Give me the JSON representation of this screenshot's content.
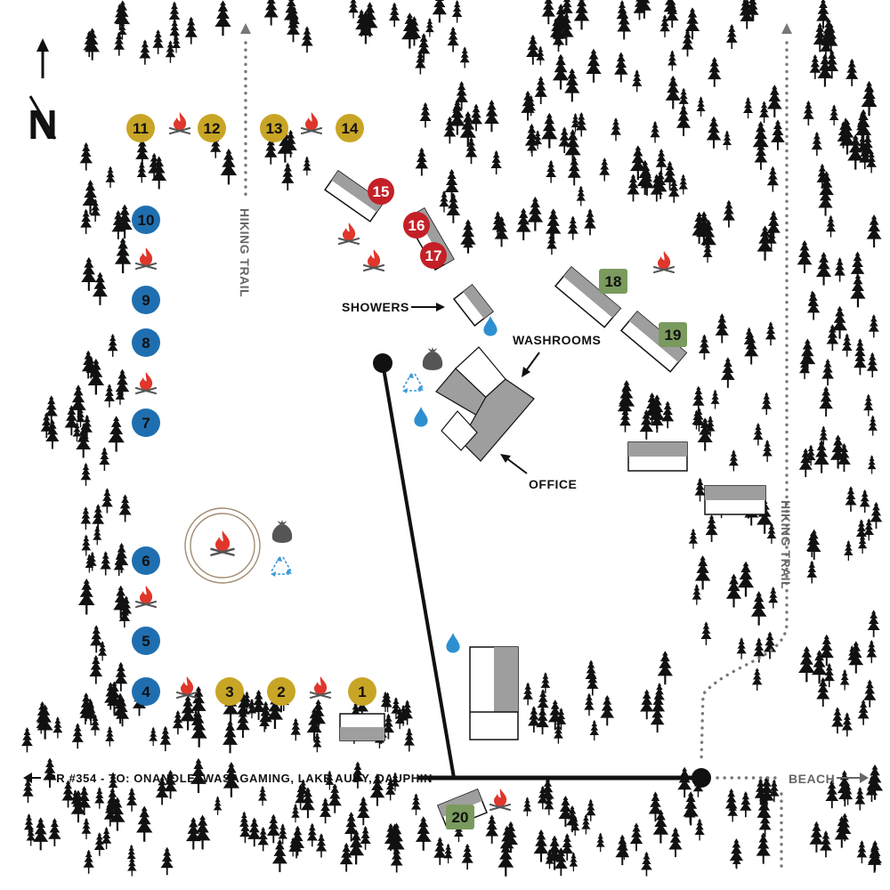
{
  "labels": {
    "north": "N",
    "hiking_trail_left": "HIKING TRAIL",
    "hiking_trail_right": "HIKING TRAIL",
    "showers": "SHOWERS",
    "washrooms": "WASHROOMS",
    "office": "OFFICE",
    "road": "PR #354 - TO: ONANOLE, WASAGAMING, LAKE AUDY, DAUPHIN",
    "beach": "BEACH"
  },
  "colors": {
    "yellow_site": "#C9A526",
    "blue_site": "#1F6FB0",
    "red_site": "#C42027",
    "green_site": "#7A9A5E",
    "fire": "#E0362B",
    "water": "#2E8FD0",
    "recycle": "#3E9BD6",
    "building": "#9E9E9E",
    "road": "#111111",
    "trail": "#777777",
    "tree": "#111111"
  },
  "sites": {
    "s1": "1",
    "s2": "2",
    "s3": "3",
    "s4": "4",
    "s5": "5",
    "s6": "6",
    "s7": "7",
    "s8": "8",
    "s9": "9",
    "s10": "10",
    "s11": "11",
    "s12": "12",
    "s13": "13",
    "s14": "14",
    "s15": "15",
    "s16": "16",
    "s17": "17",
    "s18": "18",
    "s19": "19",
    "s20": "20"
  }
}
